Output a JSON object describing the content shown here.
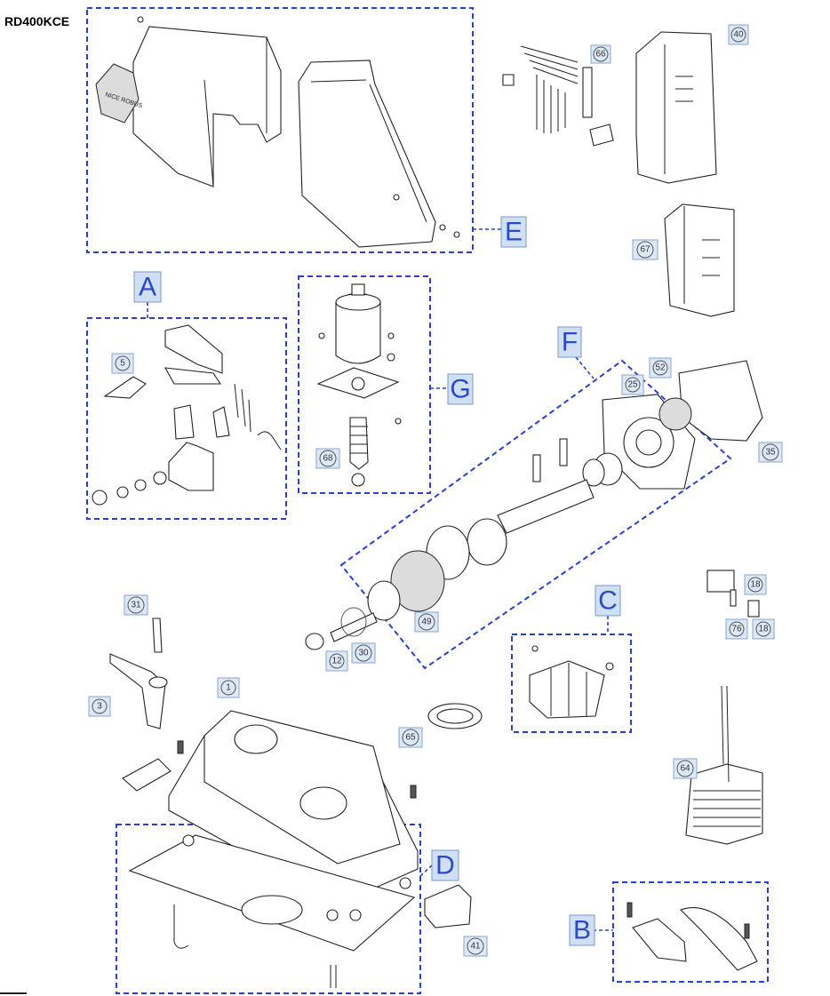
{
  "model": "RD400KCE",
  "logo_text": "NICE ROBUS",
  "groups": [
    {
      "id": "E",
      "label": "E"
    },
    {
      "id": "A",
      "label": "A"
    },
    {
      "id": "G",
      "label": "G"
    },
    {
      "id": "F",
      "label": "F"
    },
    {
      "id": "C",
      "label": "C"
    },
    {
      "id": "D",
      "label": "D"
    },
    {
      "id": "B",
      "label": "B"
    }
  ],
  "parts": [
    "66",
    "40",
    "67",
    "5",
    "68",
    "25",
    "52",
    "35",
    "18",
    "18",
    "76",
    "49",
    "12",
    "30",
    "31",
    "3",
    "1",
    "65",
    "64",
    "41"
  ],
  "colors": {
    "dashed_outline": "#2a3fcf",
    "label_box": "#cfe0f5",
    "label_text": "#2b49c8",
    "line_art": "#222222"
  }
}
